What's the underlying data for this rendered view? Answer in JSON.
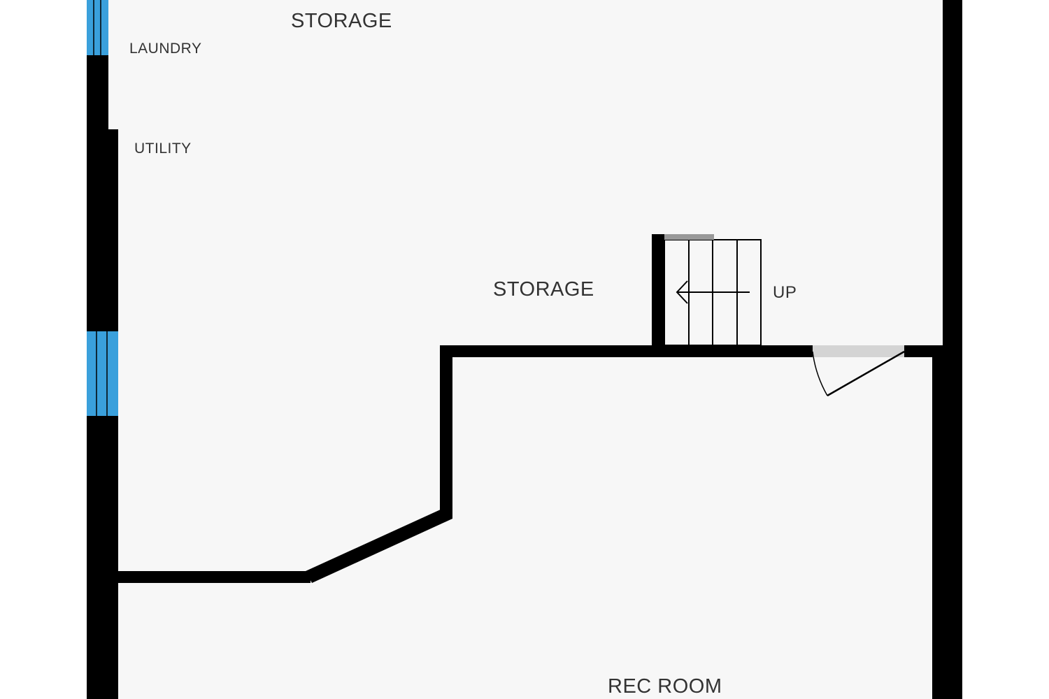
{
  "colors": {
    "floor": "#f7f7f7",
    "wall": "#000000",
    "window": "#3aa0dc",
    "door_opening": "#d4d4d4",
    "text": "#333333"
  },
  "rooms": {
    "storage_top": "STORAGE",
    "laundry": "LAUNDRY",
    "utility": "UTILITY",
    "storage_mid": "STORAGE",
    "rec_room": "REC ROOM"
  },
  "stairs": {
    "direction_label": "UP",
    "direction": "left"
  },
  "icons": [
    "window-icon",
    "stairs-arrow-icon",
    "door-swing-icon"
  ]
}
